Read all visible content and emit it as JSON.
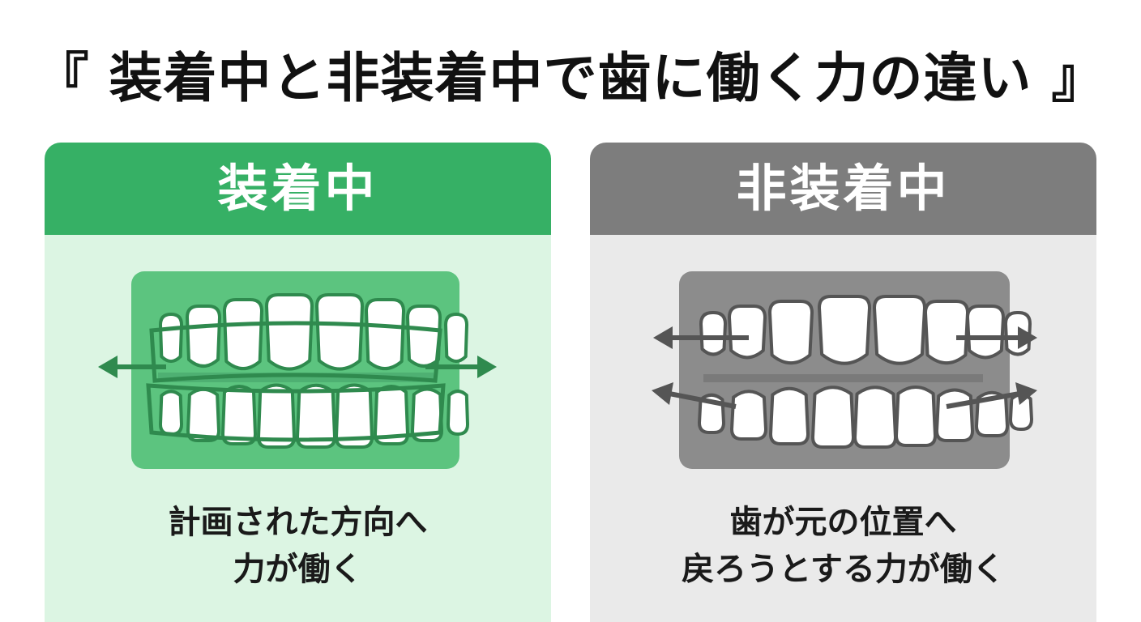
{
  "title": "『 装着中と非装着中で歯に働く力の違い 』",
  "panels": {
    "wearing": {
      "header": "装着中",
      "caption_line1": "計画された方向へ",
      "caption_line2": "力が働く",
      "colors": {
        "header": "#36b065",
        "body": "#dcf5e3",
        "gum": "#5cc47f",
        "outline": "#2f8a4e"
      }
    },
    "not_wearing": {
      "header": "非装着中",
      "caption_line1": "歯が元の位置へ",
      "caption_line2": "戻ろうとする力が働く",
      "colors": {
        "header": "#7d7d7d",
        "body": "#eaeaea",
        "gum": "#8c8c8c",
        "outline": "#555555"
      }
    }
  }
}
